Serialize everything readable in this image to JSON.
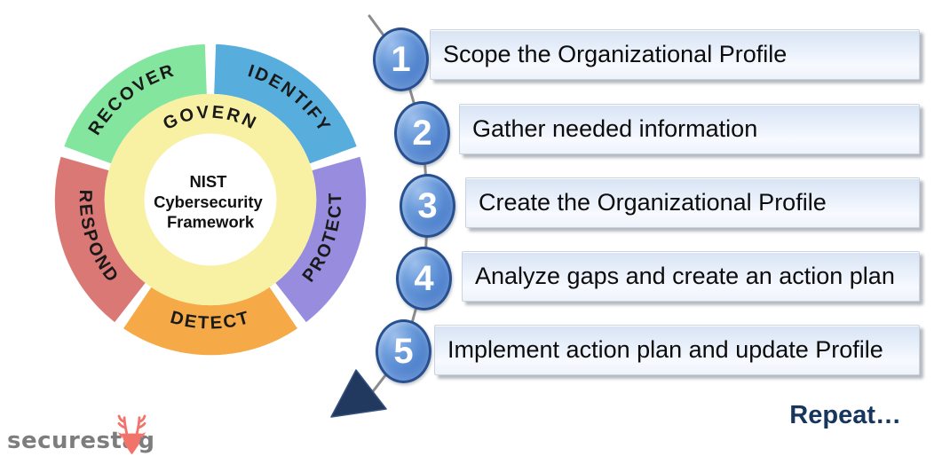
{
  "wheel": {
    "center": {
      "line1": "NIST",
      "line2": "Cybersecurity",
      "line3": "Framework"
    },
    "govern_label": "GOVERN",
    "govern_color": "#F8F0A2",
    "center_color": "#FFFFFF",
    "segments": [
      {
        "id": "identify",
        "label": "IDENTIFY",
        "color": "#57ADDC"
      },
      {
        "id": "protect",
        "label": "PROTECT",
        "color": "#988CDF"
      },
      {
        "id": "detect",
        "label": "DETECT",
        "color": "#F5A947"
      },
      {
        "id": "respond",
        "label": "RESPOND",
        "color": "#DA7876"
      },
      {
        "id": "recover",
        "label": "RECOVER",
        "color": "#83E59E"
      }
    ]
  },
  "steps": [
    {
      "num": "1",
      "label": "Scope the Organizational Profile"
    },
    {
      "num": "2",
      "label": "Gather needed information"
    },
    {
      "num": "3",
      "label": "Create the Organizational Profile"
    },
    {
      "num": "4",
      "label": "Analyze gaps and create an action plan"
    },
    {
      "num": "5",
      "label": "Implement action plan and update Profile"
    }
  ],
  "repeat_label": "Repeat…",
  "logo": {
    "text": "securestag",
    "text_color": "#7D7D7D",
    "stag_color": "#F2736A"
  },
  "colors": {
    "badge_blue": "#4A7DCB",
    "badge_border": "#28508F",
    "bar_fill": "#E6EEFA",
    "connector_gray": "#8B8B8B",
    "arrow_navy": "#21395E",
    "repeat_navy": "#17365D"
  }
}
